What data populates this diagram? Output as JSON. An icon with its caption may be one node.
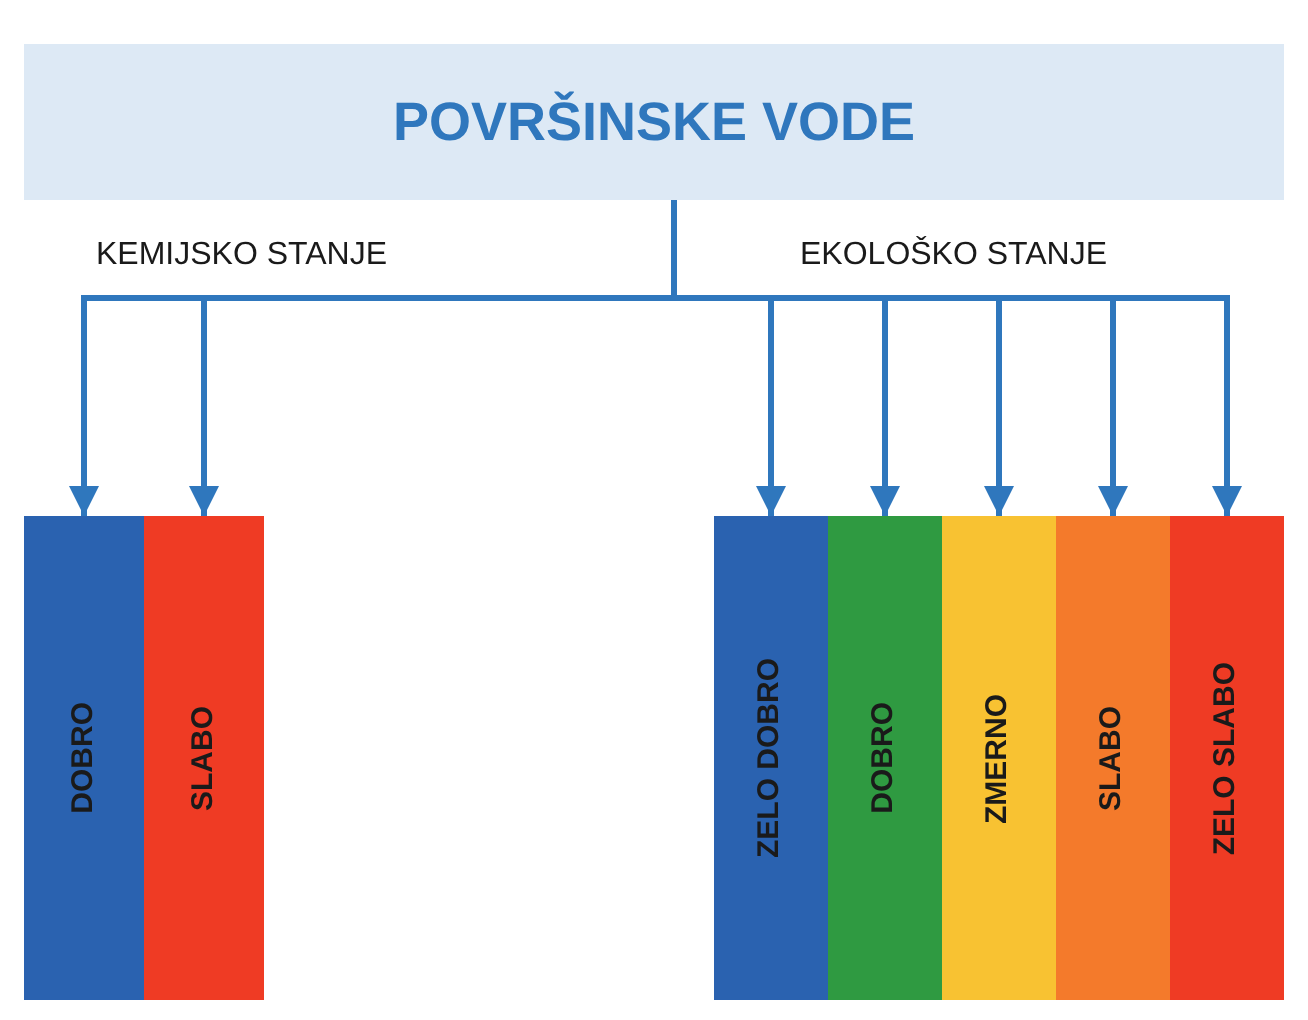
{
  "diagram": {
    "nodes": [
      {
        "text": [
          "POVRŠINSKE VODE"
        ]
      },
      {
        "text": [
          "DOBRO"
        ]
      },
      {
        "text": [
          "SLABO"
        ]
      },
      {
        "text": [
          "ZELO DOBRO"
        ]
      },
      {
        "text": [
          "DOBRO"
        ]
      },
      {
        "text": [
          "ZMERNO"
        ]
      },
      {
        "text": [
          "SLABO"
        ]
      },
      {
        "text": [
          "ZELO SLABO"
        ]
      }
    ],
    "edges": [
      {
        "from": 0,
        "to": 1,
        "arrow": "to"
      },
      {
        "from": 0,
        "to": 2,
        "arrow": "to"
      },
      {
        "from": 0,
        "to": 3,
        "arrow": "to"
      },
      {
        "from": 0,
        "to": 4,
        "arrow": "to"
      },
      {
        "from": 0,
        "to": 5,
        "arrow": "to"
      },
      {
        "from": 0,
        "to": 6,
        "arrow": "to"
      },
      {
        "from": 0,
        "to": 7,
        "arrow": "to"
      }
    ],
    "labels": [
      "KEMIJSKO STANJE",
      "EKOLOŠKO STANJE"
    ]
  }
}
